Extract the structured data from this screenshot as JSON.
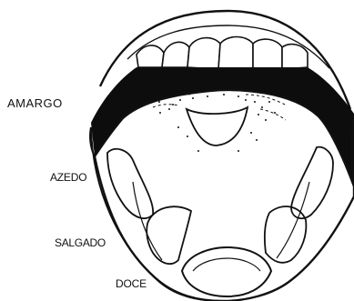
{
  "taste_labels": {
    "amargo": "AMARGO",
    "azedo": "AZEDO",
    "salgado": "SALGADO",
    "doce": "DOCE"
  },
  "colors": {
    "ink": "#111111",
    "background": "#ffffff"
  }
}
